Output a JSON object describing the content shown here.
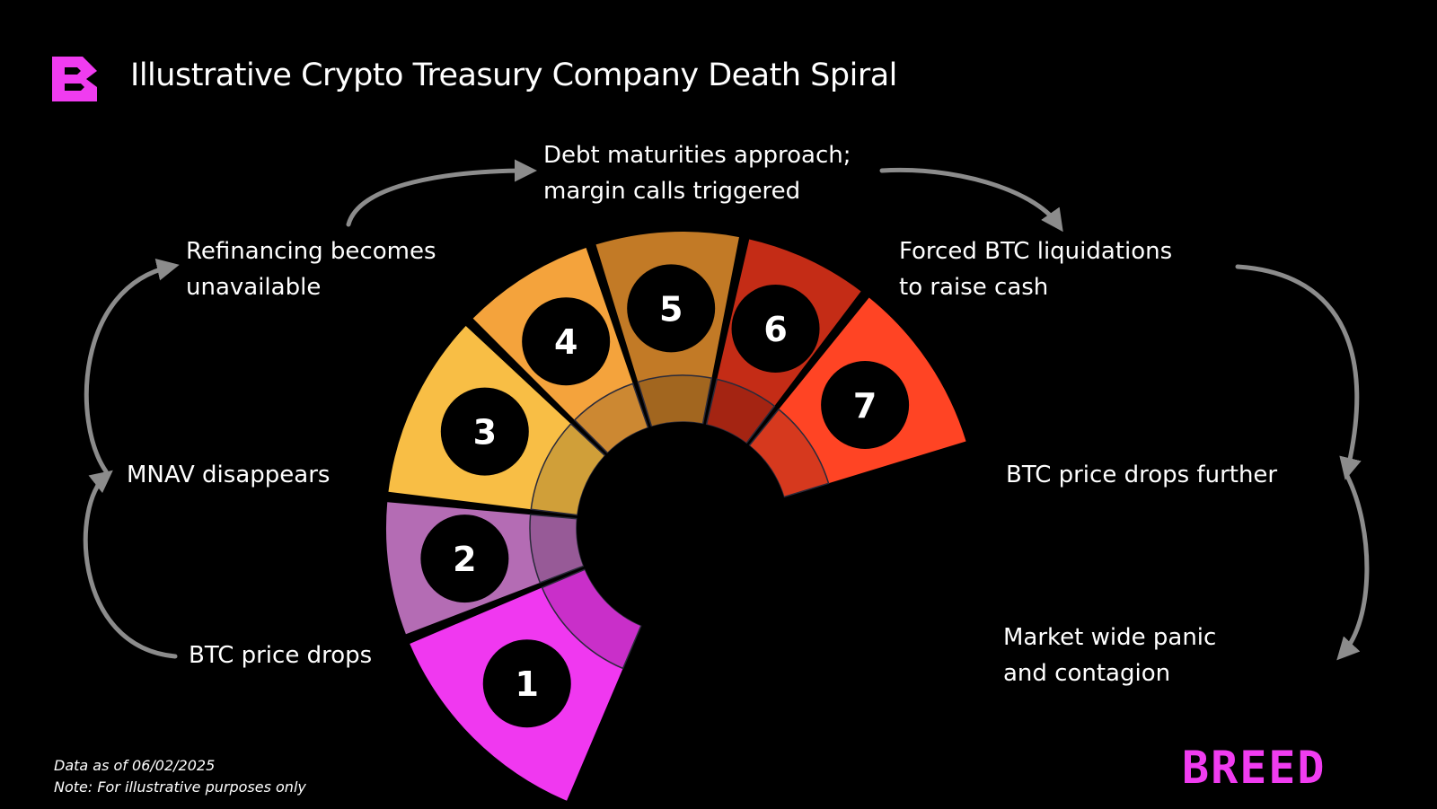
{
  "header": {
    "title": "Illustrative Crypto Treasury Company Death Spiral",
    "logo_icon": "breed-b-logo-icon"
  },
  "steps": [
    {
      "number": "1",
      "label_lines": [
        "BTC price drops"
      ],
      "color": "#f038f0"
    },
    {
      "number": "2",
      "label_lines": [
        "MNAV disappears"
      ],
      "color": "#b46cb4"
    },
    {
      "number": "3",
      "label_lines": [
        "Refinancing becomes",
        "unavailable"
      ],
      "color": "#f8be45"
    },
    {
      "number": "4",
      "label_lines": [
        "Debt maturities approach;",
        "margin calls triggered"
      ],
      "color": "#f4a33c"
    },
    {
      "number": "5",
      "label_lines": [
        "Forced BTC liquidations",
        "to raise cash"
      ],
      "color": "#c27a26"
    },
    {
      "number": "6",
      "label_lines": [
        "BTC price drops further"
      ],
      "color": "#c42c16"
    },
    {
      "number": "7",
      "label_lines": [
        "Market wide panic",
        "and contagion"
      ],
      "color": "#ff4424"
    }
  ],
  "footer": {
    "data_note": "Data as of 06/02/2025",
    "illustrative_note": "Note: For illustrative purposes only",
    "brand": "BREED"
  },
  "colors": {
    "background": "#000000",
    "brand": "#f03cf0",
    "arrow": "#8c8c8c",
    "text": "#ffffff"
  }
}
